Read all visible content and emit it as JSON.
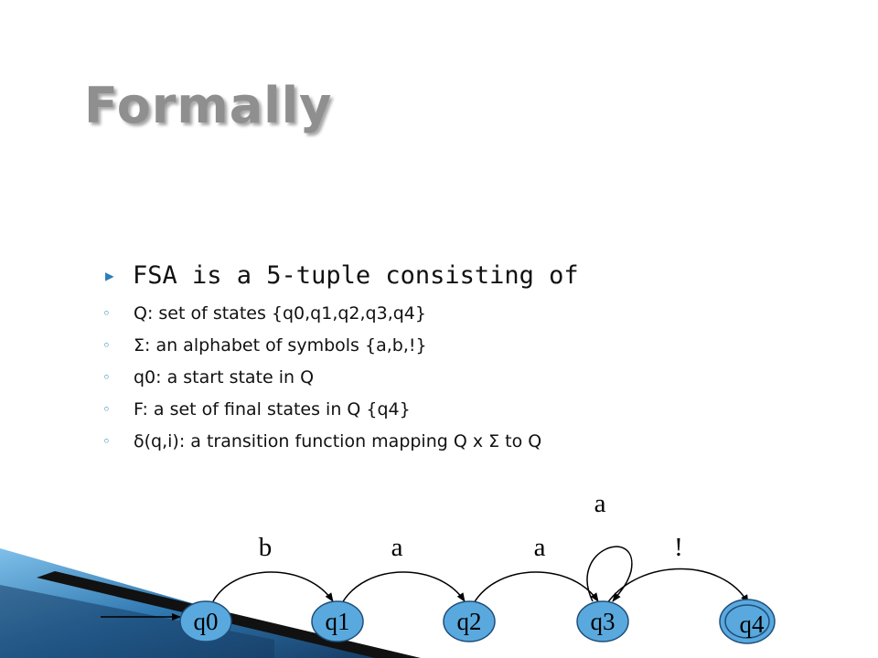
{
  "slide": {
    "title": "Formally",
    "main_bullet": "FSA is a 5-tuple consisting of",
    "sub_bullets": [
      "Q: set of states {q0,q1,q2,q3,q4}",
      "Σ: an alphabet of symbols {a,b,!}",
      "q0: a start state in Q",
      "F: a set of final states in Q {q4}",
      "δ(q,i): a transition function mapping Q x Σ to Q"
    ]
  },
  "fsa": {
    "states": [
      "q0",
      "q1",
      "q2",
      "q3",
      "q4"
    ],
    "start_state": "q0",
    "final_state": "q4",
    "transitions": [
      {
        "from": "q0",
        "to": "q1",
        "label": "b"
      },
      {
        "from": "q1",
        "to": "q2",
        "label": "a"
      },
      {
        "from": "q2",
        "to": "q3",
        "label": "a"
      },
      {
        "from": "q3",
        "to": "q3",
        "label": "a"
      },
      {
        "from": "q3",
        "to": "q4",
        "label": "!"
      }
    ]
  },
  "colors": {
    "title": "#8f8f8f",
    "bullet_marker": "#2a7fb8",
    "state_fill": "#5aa9de",
    "corner_dark": "#1b3f66",
    "corner_mid": "#2f78b0"
  }
}
